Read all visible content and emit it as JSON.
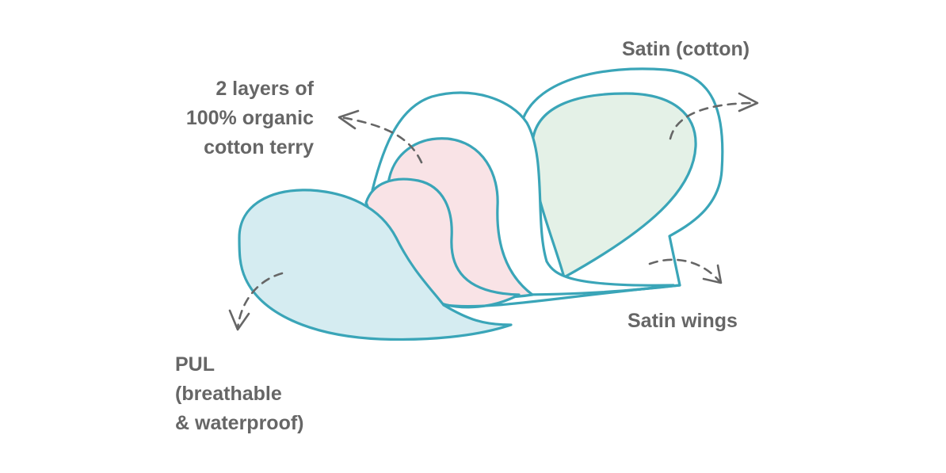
{
  "colors": {
    "outline": "#3aa5b8",
    "label_text": "#666666",
    "arrow": "#666666",
    "pul_fill": "#d5ecf1",
    "cotton_terry_fill": "#f9e3e6",
    "satin_fill": "#e4f1e7",
    "white_fill": "#ffffff"
  },
  "labels": {
    "cotton_terry": [
      "2 layers of",
      "100% organic",
      "cotton terry"
    ],
    "satin_cotton": [
      "Satin (cotton)"
    ],
    "satin_wings": [
      "Satin wings"
    ],
    "pul": [
      "PUL",
      "(breathable",
      "& waterproof)"
    ]
  },
  "layers": [
    {
      "id": "pul",
      "label_key": "pul"
    },
    {
      "id": "cotton-terry",
      "label_key": "cotton_terry"
    },
    {
      "id": "satin",
      "label_key": "satin_cotton"
    },
    {
      "id": "satin-wings",
      "label_key": "satin_wings"
    }
  ]
}
